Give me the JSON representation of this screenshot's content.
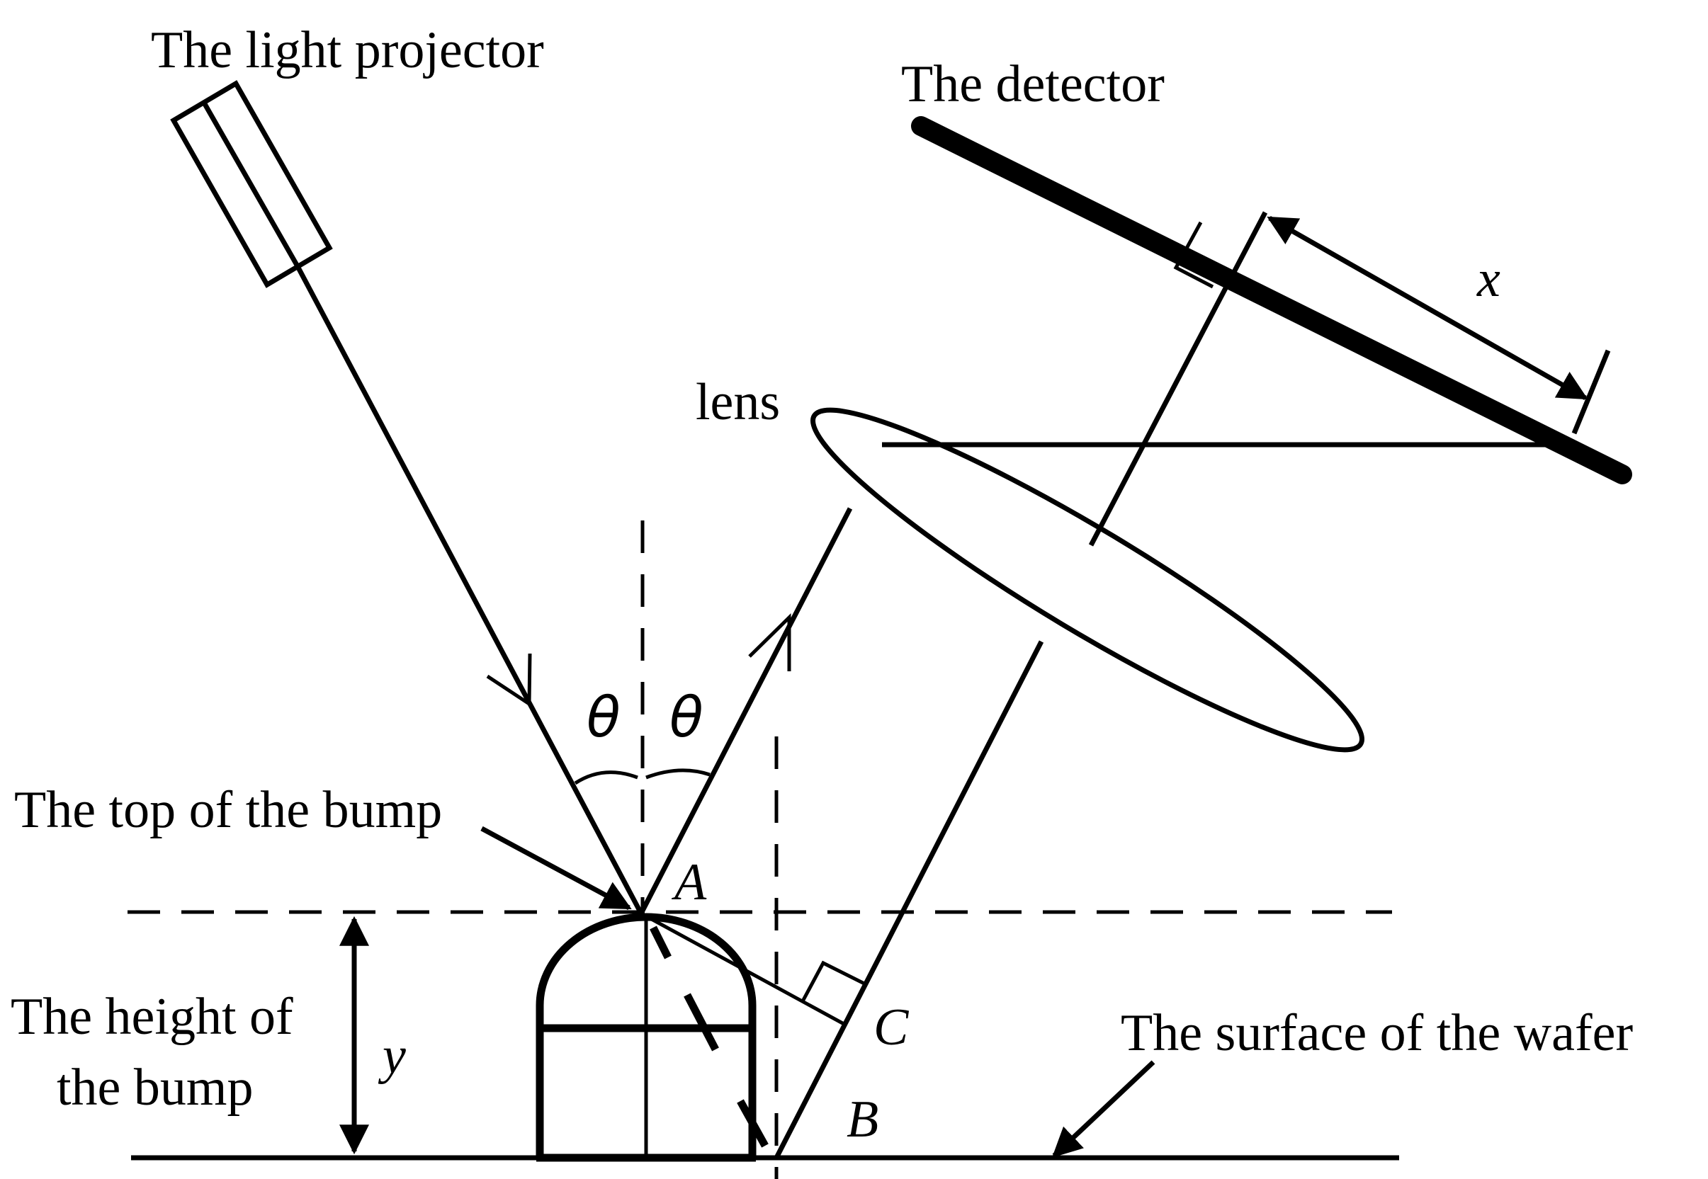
{
  "labels": {
    "light_projector": "The light projector",
    "detector": "The detector",
    "lens": "lens",
    "top_of_bump": "The top of the bump",
    "height_of_bump_line1": "The height of",
    "height_of_bump_line2": "the bump",
    "surface_of_wafer": "The surface of the wafer"
  },
  "symbols": {
    "x": "x",
    "y": "y",
    "theta_left": "θ",
    "theta_right": "θ",
    "point_a": "A",
    "point_b": "B",
    "point_c": "C"
  }
}
